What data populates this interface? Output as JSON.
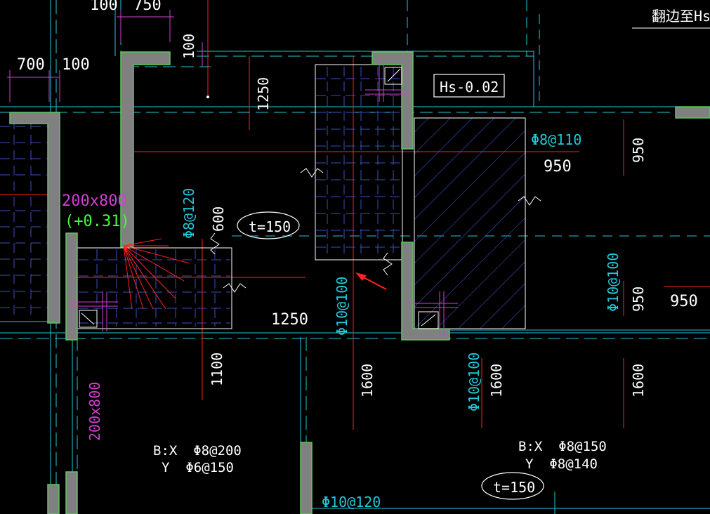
{
  "colors": {
    "background": "#000000",
    "wall_fill": "#808080",
    "wall_edge": "#5dc85d",
    "slab_edge": "#ffffff",
    "axis_red": "#ff2222",
    "cyan": "#22c8d8",
    "blue_rebar": "#3c50c0",
    "magenta": "#d040d0",
    "green_text": "#40ff40",
    "white_text": "#ffffff"
  },
  "header": {
    "note": "翻边至Hs="
  },
  "tags": {
    "elevation": "Hs-0.02"
  },
  "slabs": {
    "left": {
      "thickness": "t=150",
      "bx": "B:X  Φ8@200",
      "by": "Y  Φ6@150"
    },
    "right": {
      "thickness": "t=150",
      "bx": "B:X  Φ8@150",
      "by": "Y  Φ8@140"
    }
  },
  "dimensions": {
    "d100_top": "100",
    "d750_top": "750",
    "d700": "700",
    "d100_left": "100",
    "d100_vert": "100",
    "d1250_vert": "1250",
    "d600": "600",
    "d1250_horiz": "1250",
    "d1100": "1100",
    "d1600_a": "1600",
    "d1600_b": "1600",
    "d1600_c": "1600",
    "d950_a": "950",
    "d950_b": "950",
    "d950_c": "950",
    "d950_d": "950"
  },
  "rebar_labels": {
    "r_8_120": "Φ8@120",
    "r_10_100_a": "Φ10@100",
    "r_10_100_b": "Φ10@100",
    "r_10_100_c": "Φ10@100",
    "r_8_110": "Φ8@110",
    "r_10_120": "Φ10@120"
  },
  "beams": {
    "b1_size": "200x800",
    "b1_offset": "(+0.31)",
    "b2_size": "200x800"
  }
}
